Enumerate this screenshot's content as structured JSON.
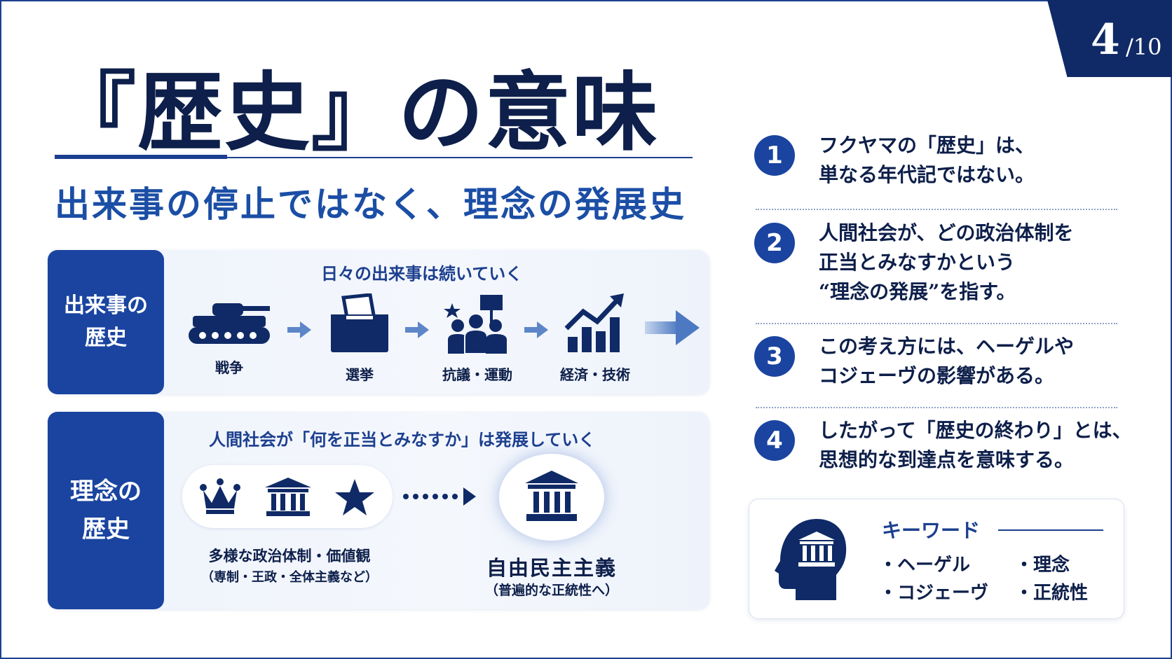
{
  "page_badge": {
    "current": "4",
    "total": "/10"
  },
  "title": "『歴史』の意味",
  "subtitle": "出来事の停止ではなく、理念の発展史",
  "events_panel": {
    "label_line1": "出来事の",
    "label_line2": "歴史",
    "heading": "日々の出来事は続いていく",
    "steps": [
      {
        "label": "戦争",
        "icon": "tank-icon"
      },
      {
        "label": "選挙",
        "icon": "ballot-box-icon"
      },
      {
        "label": "抗議・運動",
        "icon": "protest-icon"
      },
      {
        "label": "経済・技術",
        "icon": "growth-chart-icon"
      }
    ]
  },
  "ideas_panel": {
    "label_line1": "理念の",
    "label_line2": "歴史",
    "heading": "人間社会が「何を正当とみなすか」は発展していく",
    "systems_caption": "多様な政治体制・価値観",
    "systems_sub": "（専制・王政・全体主義など）",
    "goal_caption": "自由民主主義",
    "goal_sub": "（普遍的な正統性へ）"
  },
  "points": [
    {
      "num": "1",
      "line1": "フクヤマの「歴史」は、",
      "line2": "単なる年代記ではない。",
      "line3": ""
    },
    {
      "num": "2",
      "line1": "人間社会が、どの政治体制を",
      "line2": "正当とみなすかという",
      "line3": "“理念の発展”を指す。"
    },
    {
      "num": "3",
      "line1": "この考え方には、ヘーゲルや",
      "line2": "コジェーヴの影響がある。",
      "line3": ""
    },
    {
      "num": "4",
      "line1": "したがって「歴史の終わり」とは、",
      "line2": "思想的な到達点を意味する。",
      "line3": ""
    }
  ],
  "keywords": {
    "heading": "キーワード",
    "items": [
      "・ヘーゲル",
      "・理念",
      "・コジェーヴ",
      "・正統性"
    ]
  },
  "colors": {
    "navy": "#0d1f4a",
    "blue": "#1a44a0",
    "accent": "#1b4ea5"
  }
}
